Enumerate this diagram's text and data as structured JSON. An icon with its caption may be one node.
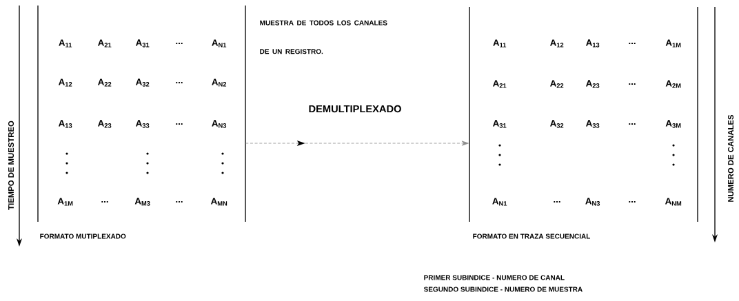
{
  "diagram": {
    "nodes": [
      {
        "text": [
          "A$_{11}$",
          "A$_{21}$",
          "A$_{31}$",
          "...",
          "A$_{N1}$",
          "A$_{12}$",
          "A$_{22}$",
          "A$_{32}$",
          "...",
          "A$_{N2}$",
          "A$_{13}$",
          "A$_{23}$",
          "A$_{33}$",
          "...",
          "A$_{N3}$",
          "A$_{1M}$",
          "...",
          "A$_{M3}$",
          "...",
          "A$_{MN}$"
        ],
        "beside": [
          "FORMATO MUTIPLEXADO"
        ]
      },
      {
        "text": [
          "A$_{11}$",
          "A$_{12}$",
          "A$_{13}$",
          "...",
          "A$_{1M}$",
          "A$_{21}$",
          "A$_{22}$",
          "A$_{23}$",
          "...",
          "A$_{2M}$",
          "A$_{31}$",
          "A$_{32}$",
          "A$_{33}$",
          "...",
          "A$_{3M}$",
          "A$_{N1}$",
          "...",
          "A$_{N3}$",
          "...",
          "A$_{NM}$"
        ],
        "beside": [
          "FORMATO EN TRAZA SECUENCIAL"
        ]
      }
    ],
    "edges": [
      {
        "from": 0,
        "to": 1,
        "arrow": "to",
        "label": "DEMULTIPLEXADO",
        "style": "dashed"
      }
    ],
    "labels": [
      "TIEMPO DE MUESTREO",
      "MUESTRA DE TODOS LOS CANALES DE UN REGISTRO.",
      "NUMERO DE CANALES",
      "PRIMER SUBINDICE - NUMERO DE CANAL",
      "SEGUNDO SUBINDICE - NUMERO DE MUESTRA"
    ]
  }
}
